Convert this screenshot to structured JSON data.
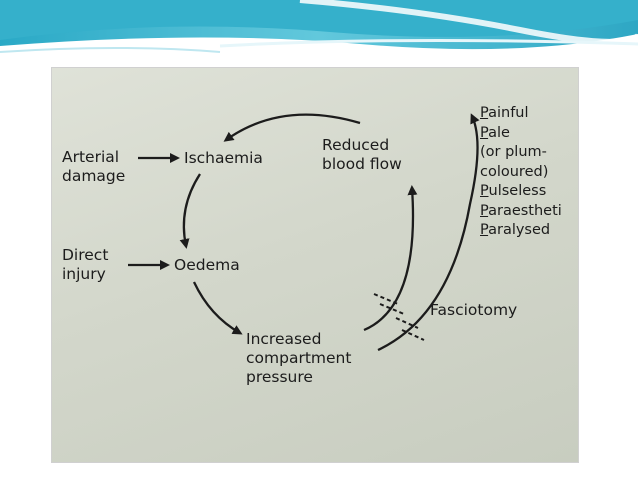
{
  "diagram": {
    "causes": {
      "arterial_damage": [
        "Arterial",
        "damage"
      ],
      "direct_injury": [
        "Direct",
        "injury"
      ]
    },
    "nodes": {
      "ischaemia": "Ischaemia",
      "oedema": "Oedema",
      "increased_pressure": [
        "Increased",
        "compartment",
        "pressure"
      ],
      "reduced_flow": [
        "Reduced",
        "blood flow"
      ]
    },
    "intervention": "Fasciotomy",
    "clinical_signs": [
      {
        "first": "P",
        "rest": "ainful"
      },
      {
        "first": "P",
        "rest": "ale"
      },
      {
        "first": "",
        "rest": "(or plum-"
      },
      {
        "first": "",
        "rest": "coloured)"
      },
      {
        "first": "P",
        "rest": "ulseless"
      },
      {
        "first": "P",
        "rest": "araestheti"
      },
      {
        "first": "P",
        "rest": "aralysed"
      }
    ]
  },
  "colors": {
    "header_teal": "#3fb6cf",
    "photo_background": "#d7dacf",
    "ink": "#1c1c1c"
  }
}
